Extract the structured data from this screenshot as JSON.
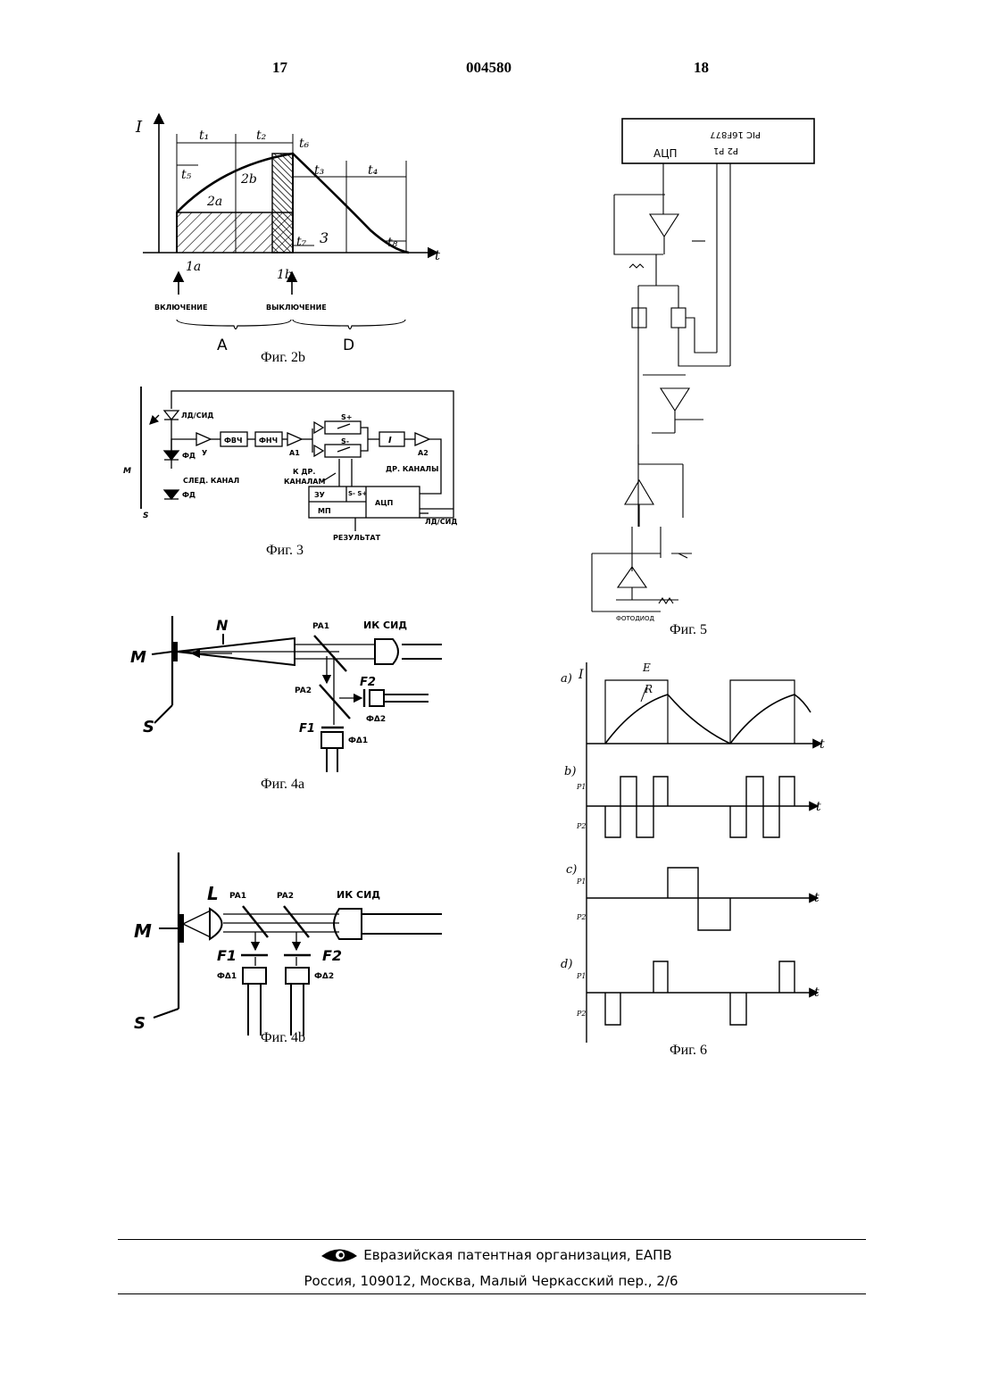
{
  "header": {
    "page_left": "17",
    "doc_number": "004580",
    "page_right": "18"
  },
  "fig2b": {
    "caption": "Фиг. 2b",
    "y_axis": "I",
    "x_axis": "t",
    "labels": {
      "t1": "t₁",
      "t2": "t₂",
      "t3": "t₃",
      "t4": "t₄",
      "t5": "t₅",
      "t6": "t₆",
      "t7": "t₇",
      "t8": "t₈",
      "a2": "2a",
      "b2": "2b",
      "n3": "3",
      "a1": "1a",
      "b1": "1b"
    },
    "on_label": "ВКЛЮЧЕНИЕ",
    "off_label": "ВЫКЛЮЧЕНИЕ",
    "brace_a": "A",
    "brace_d": "D"
  },
  "fig3": {
    "caption": "Фиг. 3",
    "laser": "ЛД/СИД",
    "photodiode": "ФД",
    "next_channel": "СЛЕД. КАНАЛ",
    "m": "M",
    "s": "S",
    "u": "У",
    "hpf": "ФВЧ",
    "lpf": "ФНЧ",
    "a1": "A1",
    "a2": "A2",
    "integ": "I",
    "s_plus": "S+",
    "s_minus": "S-",
    "to_channels": "К ДР.",
    "channels": "КАНАЛАМ",
    "other_channels": "ДР. КАНАЛЫ",
    "mem": "ЗУ",
    "s_minus_plus": "S- S+",
    "adc": "АЦП",
    "mp": "МП",
    "result": "РЕЗУЛЬТАТ",
    "laser_out": "ЛД/СИД"
  },
  "fig4a": {
    "caption": "Фиг. 4a",
    "m": "M",
    "s": "S",
    "n": "N",
    "pa1": "PA1",
    "pa2": "PA2",
    "led": "ИК СИД",
    "f1": "F1",
    "f2": "F2",
    "pd1": "ФΔ1",
    "pd2": "ФΔ2"
  },
  "fig4b": {
    "caption": "Фиг. 4b",
    "m": "M",
    "s": "S",
    "l": "L",
    "pa1": "PA1",
    "pa2": "PA2",
    "led": "ИК СИД",
    "f1": "F1",
    "f2": "F2",
    "pd1": "ФΔ1",
    "pd2": "ФΔ2"
  },
  "fig5": {
    "caption": "Фиг. 5",
    "chip": "PIC 16F877",
    "ports": "P2 P1",
    "adc": "АЦП",
    "photodiode": "ФОТОДИОД"
  },
  "fig6": {
    "caption": "Фиг. 6",
    "a": "a)",
    "b": "b)",
    "c": "c)",
    "d": "d)",
    "i": "I",
    "e": "E",
    "r": "R",
    "t": "t",
    "p1": "P1",
    "p2": "P2"
  },
  "footer": {
    "org": "Евразийская патентная организация, ЕАПВ",
    "address": "Россия, 109012, Москва, Малый Черкасский пер., 2/6"
  }
}
